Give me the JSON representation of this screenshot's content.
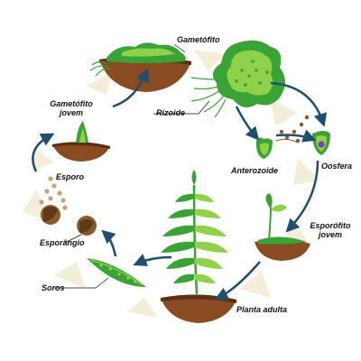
{
  "labels": {
    "gametofito": "Gametófito",
    "rizoide": "Rizoide",
    "anterozoide": "Anterozoide",
    "oosfera": "Oosfera",
    "esporofito_jovem_1": "Esporófito",
    "esporofito_jovem_2": "jovem",
    "planta_adulta": "Planta adulta",
    "soros": "Soros",
    "esporangio": "Esporângio",
    "esporo": "Esporo",
    "gametofito_jovem_1": "Gametófito",
    "gametofito_jovem_2": "jovem"
  },
  "colors": {
    "soil": "#8a4a22",
    "soil_dark": "#5c2e12",
    "leaf": "#3aa335",
    "leaf_light": "#8fd24a",
    "arrow": "#1f4e6e",
    "cycle_band": "#f3ecd5",
    "sporangium": "#8a5a2b",
    "spore": "#c8a27a",
    "oosphere": "#7a3ec0"
  }
}
